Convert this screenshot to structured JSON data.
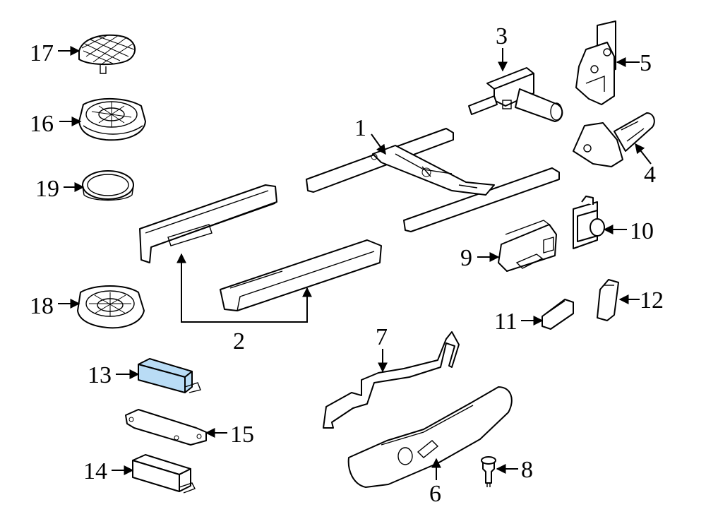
{
  "diagram": {
    "highlight_color": "#b9dcf5",
    "callouts": [
      "1",
      "2",
      "3",
      "4",
      "5",
      "6",
      "7",
      "8",
      "9",
      "10",
      "11",
      "12",
      "13",
      "14",
      "15",
      "16",
      "17",
      "18",
      "19"
    ]
  }
}
